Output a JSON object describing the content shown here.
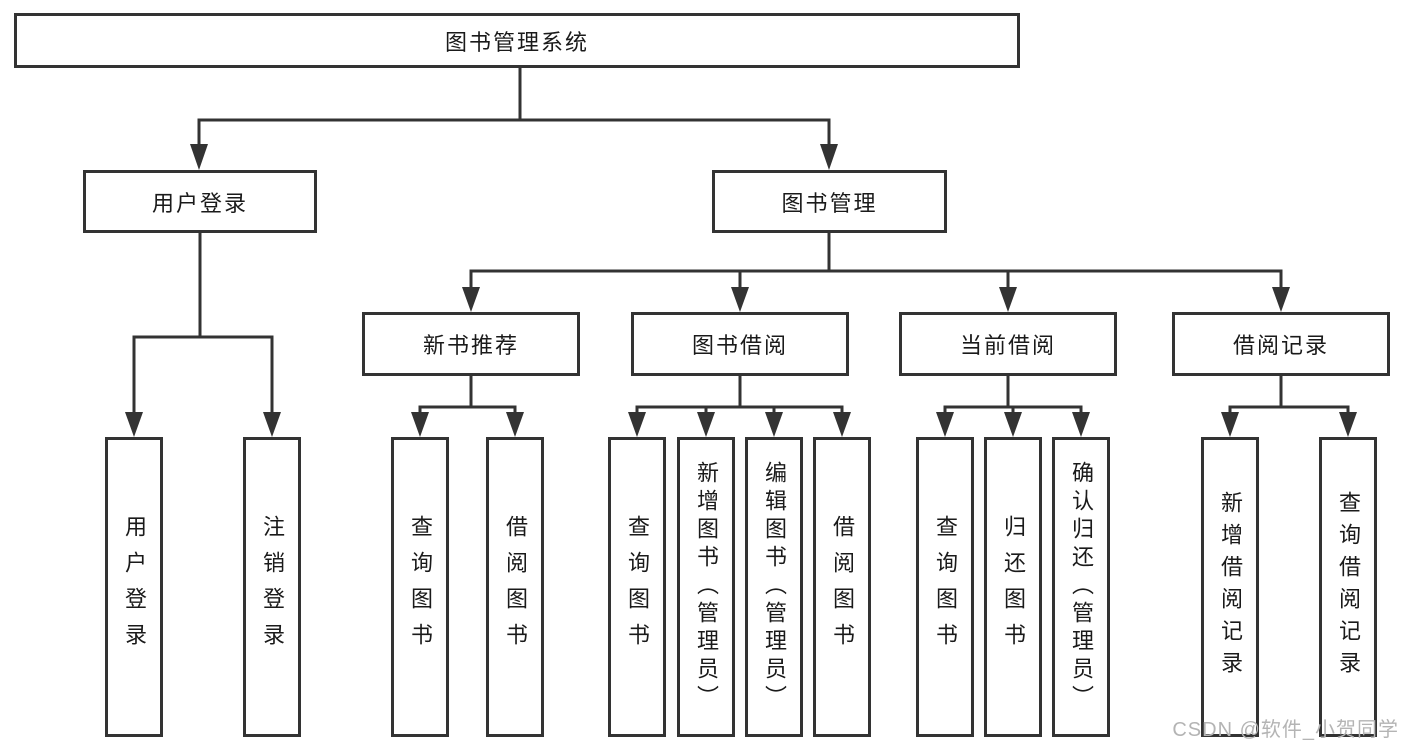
{
  "tree": {
    "root": "图书管理系统",
    "branches": [
      {
        "label": "用户登录",
        "leaves": [
          "用户登录",
          "注销登录"
        ]
      },
      {
        "label": "图书管理",
        "groups": [
          {
            "label": "新书推荐",
            "leaves": [
              "查询图书",
              "借阅图书"
            ]
          },
          {
            "label": "图书借阅",
            "leaves": [
              "查询图书",
              "新增图书（管理员）",
              "编辑图书（管理员）",
              "借阅图书"
            ]
          },
          {
            "label": "当前借阅",
            "leaves": [
              "查询图书",
              "归还图书",
              "确认归还（管理员）"
            ]
          },
          {
            "label": "借阅记录",
            "leaves": [
              "新增借阅记录",
              "查询借阅记录"
            ]
          }
        ]
      }
    ]
  },
  "watermark": "CSDN @软件_小贺同学",
  "colors": {
    "line": "#333333",
    "box_border": "#333333",
    "text": "#1a1a1a",
    "watermark": "#b4b4b4",
    "background": "#ffffff"
  }
}
